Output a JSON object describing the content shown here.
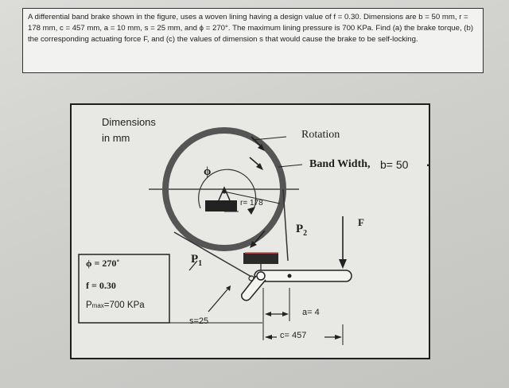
{
  "problem": {
    "text": "A differential band brake shown in the figure, uses a woven lining having a design value of f = 0.30. Dimensions are b = 50 mm, r = 178 mm, c = 457 mm, a = 10 mm, s = 25 mm, and ϕ = 270°. The maximum lining pressure is 700 KPa. Find (a) the brake torque, (b) the corresponding actuating force F, and (c) the values of dimension s that would cause the brake to be self-locking."
  },
  "figure": {
    "dimensions_title": "Dimensions",
    "dimensions_unit": "in mm",
    "rotation_label": "Rotation",
    "band_width_label": "Band Width,",
    "band_width_value": "b= 50",
    "dot": ".",
    "phi_symbol": "ϕ",
    "radius_label": "r= 178",
    "p1_label": "P",
    "p1_sub": "1",
    "p2_label": "P",
    "p2_sub": "2",
    "force_label": "F",
    "a_label": "a= 4",
    "c_label": "c= 457",
    "s_label": "s=25",
    "legend": {
      "phi": "ϕ = 270˚",
      "f": "f = 0.30",
      "pmax_prefix": "P",
      "pmax_sub": "max",
      "pmax_value": "=700 KPa"
    }
  }
}
